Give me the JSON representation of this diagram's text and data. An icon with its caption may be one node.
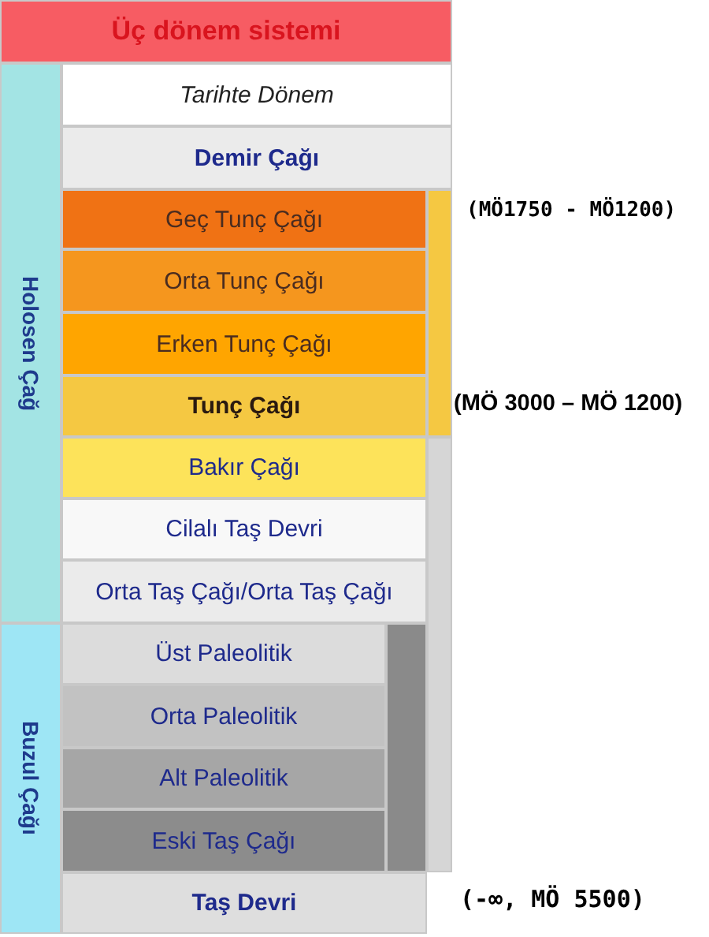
{
  "diagram": {
    "nodes": [
      {
        "text": [
          "Üç dönem sistemi"
        ]
      },
      {
        "text": [
          "Holosen Çağ"
        ]
      },
      {
        "text": [
          "Tarihte Dönem"
        ]
      },
      {
        "text": [
          "Demir Çağı"
        ]
      },
      {
        "text": [
          "Geç Tunç Çağı"
        ]
      },
      {
        "text": [
          "Orta Tunç Çağı"
        ]
      },
      {
        "text": [
          "Erken Tunç Çağı"
        ]
      },
      {
        "text": [
          "Tunç Çağı"
        ]
      },
      {
        "text": [
          "Bakır Çağı"
        ]
      },
      {
        "text": [
          "Cilalı Taş Devri"
        ]
      },
      {
        "text": [
          "Orta Taş Çağı/Orta Taş Çağı"
        ]
      },
      {
        "text": [
          "Buzul Çağı"
        ]
      },
      {
        "text": [
          "Üst Paleolitik"
        ]
      },
      {
        "text": [
          "Orta Paleolitik"
        ]
      },
      {
        "text": [
          "Alt Paleolitik"
        ]
      },
      {
        "text": [
          "Eski Taş Çağı"
        ]
      },
      {
        "text": [
          "Taş Devri"
        ]
      },
      {
        "text": [],
        "shape": "bar"
      },
      {
        "text": [],
        "shape": "bar"
      },
      {
        "text": [],
        "shape": "bar"
      }
    ],
    "edges": [],
    "labels": [
      "(MÖ1750 - MÖ1200)",
      "(MÖ 3000 – MÖ 1200)",
      "(-∞, MÖ 5500)"
    ]
  }
}
